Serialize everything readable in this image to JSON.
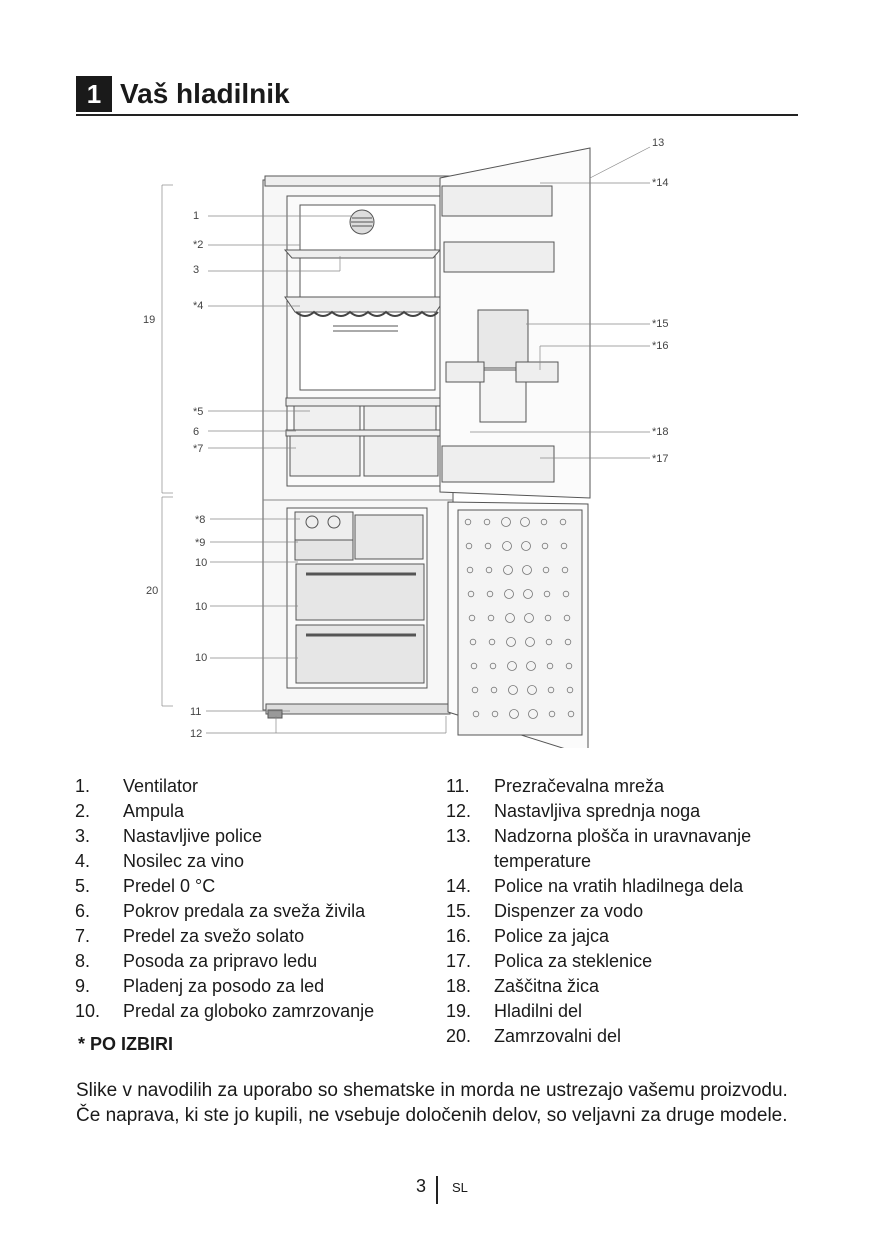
{
  "header": {
    "section_number": "1",
    "title": "Vaš hladilnik"
  },
  "callouts": {
    "c1": "1",
    "c2": "*2",
    "c3": "3",
    "c4": "*4",
    "c5": "*5",
    "c6": "6",
    "c7": "*7",
    "c8": "*8",
    "c9": "*9",
    "c10a": "10",
    "c10b": "10",
    "c10c": "10",
    "c11": "11",
    "c12": "12",
    "c13": "13",
    "c14": "*14",
    "c15": "*15",
    "c16": "*16",
    "c17": "*17",
    "c18": "*18",
    "c19": "19",
    "c20": "20"
  },
  "parts_left": [
    {
      "num": "1.",
      "text": "Ventilator"
    },
    {
      "num": "2.",
      "text": "Ampula"
    },
    {
      "num": "3.",
      "text": "Nastavljive police"
    },
    {
      "num": "4.",
      "text": "Nosilec za vino"
    },
    {
      "num": "5.",
      "text": "Predel 0 °C"
    },
    {
      "num": "6.",
      "text": "Pokrov predala za sveža živila"
    },
    {
      "num": "7.",
      "text": "Predel za svežo solato"
    },
    {
      "num": "8.",
      "text": "Posoda za pripravo ledu"
    },
    {
      "num": "9.",
      "text": "Pladenj za posodo za led"
    },
    {
      "num": "10.",
      "text": "Predal za globoko zamrzovanje"
    }
  ],
  "parts_right": [
    {
      "num": "11.",
      "text": "Prezračevalna mreža"
    },
    {
      "num": "12.",
      "text": "Nastavljiva sprednja noga"
    },
    {
      "num": "13.",
      "text": "Nadzorna plošča in uravnavanje temperature"
    },
    {
      "num": "14.",
      "text": "Police na vratih hladilnega dela"
    },
    {
      "num": "15.",
      "text": "Dispenzer za vodo"
    },
    {
      "num": "16.",
      "text": "Police za jajca"
    },
    {
      "num": "17.",
      "text": "Polica za steklenice"
    },
    {
      "num": "18.",
      "text": "Zaščitna žica"
    },
    {
      "num": "19.",
      "text": "Hladilni del"
    },
    {
      "num": "20.",
      "text": "Zamrzovalni del"
    }
  ],
  "note": "* PO IZBIRI",
  "paragraph": "Slike v navodilih za uporabo so shematske in morda ne ustrezajo vašemu proizvodu. Če naprava, ki ste jo kupili, ne vsebuje določenih delov, so veljavni za druge modele.",
  "footer": {
    "page": "3",
    "lang": "SL"
  }
}
